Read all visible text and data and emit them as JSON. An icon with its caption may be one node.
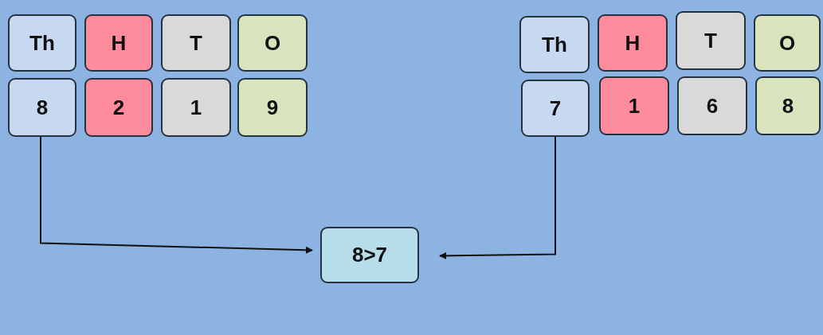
{
  "diagram": {
    "nodes": [
      {
        "text": [
          "Th"
        ]
      },
      {
        "text": [
          "H"
        ]
      },
      {
        "text": [
          "T"
        ]
      },
      {
        "text": [
          "O"
        ]
      },
      {
        "text": [
          "8"
        ]
      },
      {
        "text": [
          "2"
        ]
      },
      {
        "text": [
          "1"
        ]
      },
      {
        "text": [
          "9"
        ]
      },
      {
        "text": [
          "Th"
        ]
      },
      {
        "text": [
          "H"
        ]
      },
      {
        "text": [
          "T"
        ]
      },
      {
        "text": [
          "O"
        ]
      },
      {
        "text": [
          "7"
        ]
      },
      {
        "text": [
          "1"
        ]
      },
      {
        "text": [
          "6"
        ]
      },
      {
        "text": [
          "8"
        ]
      },
      {
        "text": [
          "8>7"
        ]
      }
    ],
    "edges": [
      {
        "from": 4,
        "to": 16,
        "arrow": "to"
      },
      {
        "from": 12,
        "to": 16,
        "arrow": "to"
      }
    ]
  }
}
